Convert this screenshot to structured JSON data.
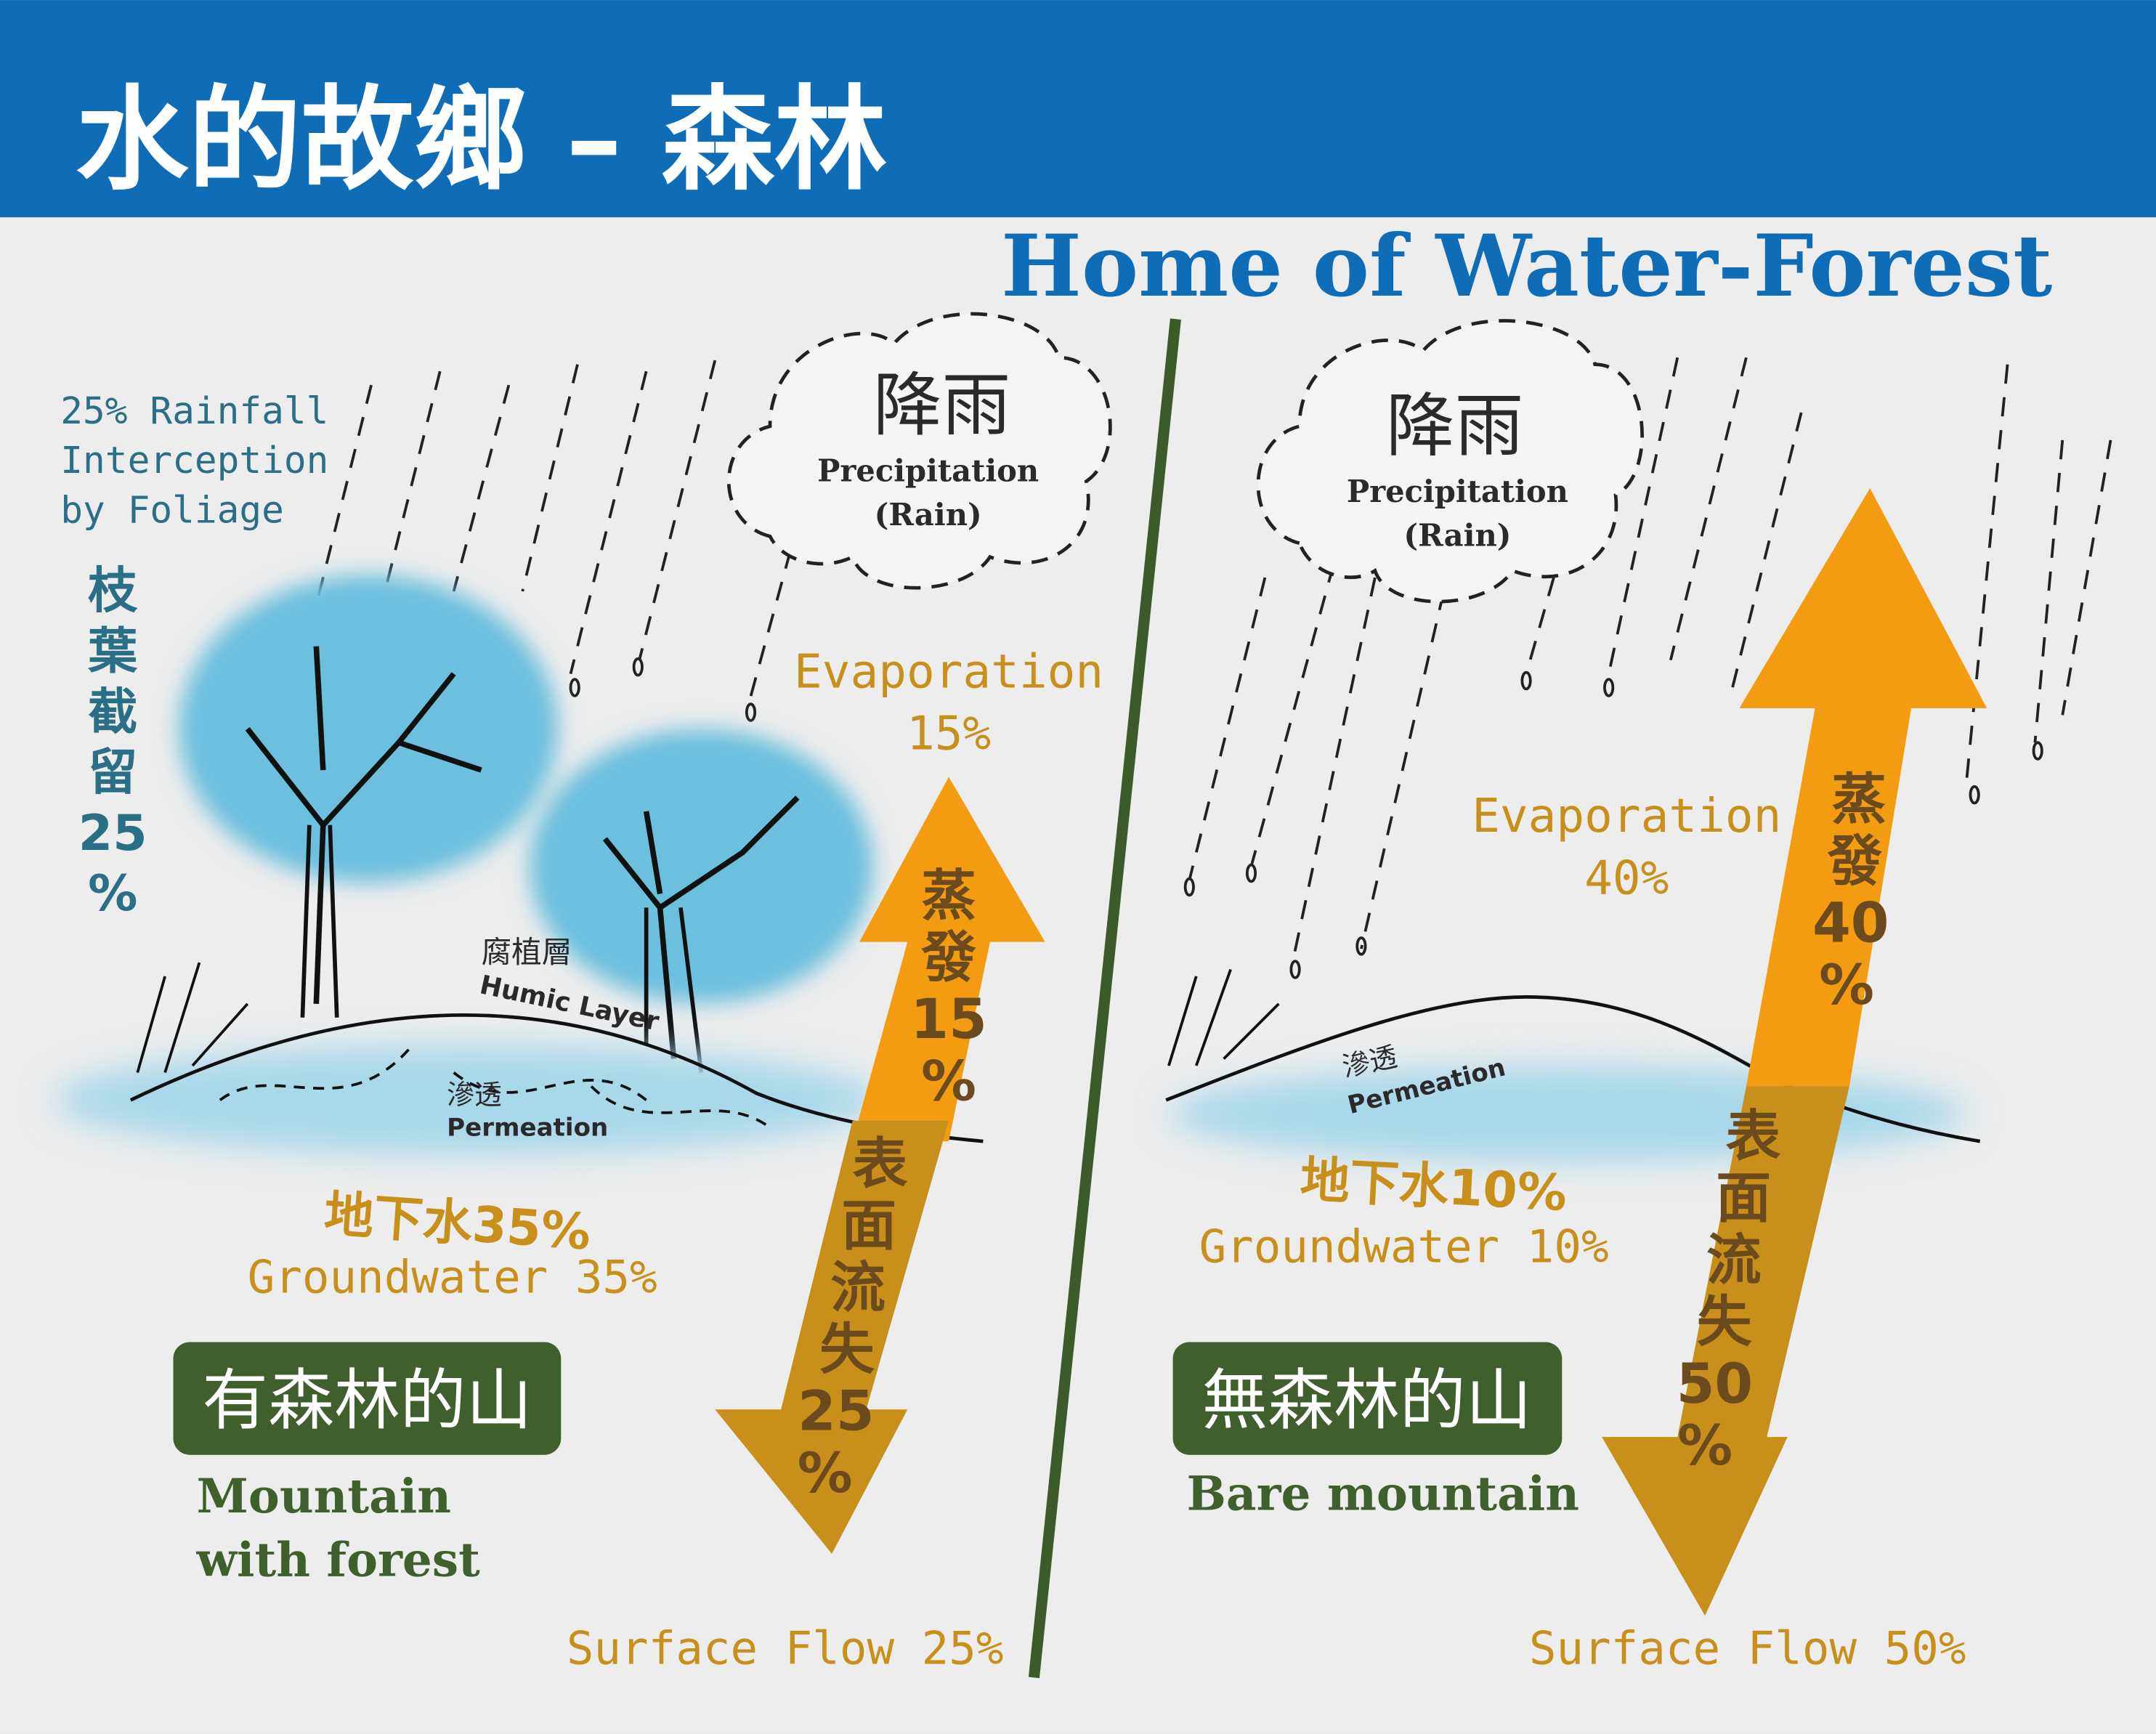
{
  "header": {
    "title": "水的故鄉 – 森林",
    "color": "#0f6db8"
  },
  "subtitle": "Home of Water-Forest",
  "left": {
    "interception": [
      "25% Rainfall",
      "Interception",
      "by Foliage"
    ],
    "interception_zh": [
      "枝",
      "葉",
      "截",
      "留",
      "25",
      "%"
    ],
    "cloud_zh": "降雨",
    "cloud_en": "Precipitation",
    "cloud_en2": "(Rain)",
    "evaporation": "Evaporation",
    "evaporation_pct": "15%",
    "evap_arrow": [
      "蒸",
      "發",
      "15",
      "%"
    ],
    "runoff_arrow": [
      "表",
      "面",
      "流",
      "失",
      "25",
      "%"
    ],
    "humic_zh": "腐植層",
    "humic_en": "Humic Layer",
    "perm_zh": "滲透",
    "perm_en": "Permeation",
    "groundwater_zh": "地下水35%",
    "groundwater_en": "Groundwater 35%",
    "badge": "有森林的山",
    "caption": [
      "Mountain",
      "with forest"
    ],
    "surface_flow": "Surface Flow 25%"
  },
  "right": {
    "cloud_zh": "降雨",
    "cloud_en": "Precipitation",
    "cloud_en2": "(Rain)",
    "evaporation": "Evaporation",
    "evaporation_pct": "40%",
    "evap_arrow": [
      "蒸",
      "發",
      "40",
      "%"
    ],
    "runoff_arrow": [
      "表",
      "面",
      "流",
      "失",
      "50",
      "%"
    ],
    "perm_zh": "滲透",
    "perm_en": "Permeation",
    "groundwater_zh": "地下水10%",
    "groundwater_en": "Groundwater 10%",
    "badge": "無森林的山",
    "caption": [
      "Bare mountain"
    ],
    "surface_flow": "Surface Flow 50%"
  },
  "colors": {
    "evaporation": "#f39c12",
    "runoff": "#c8901a",
    "foliage": "#6cc0de",
    "badge": "#3f5f2c",
    "divider": "#3d5a2a"
  }
}
